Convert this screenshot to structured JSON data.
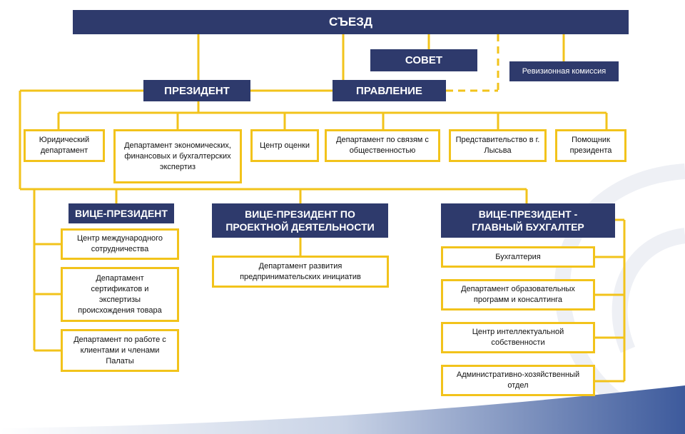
{
  "top": {
    "congress": "СЪЕЗД",
    "council": "СОВЕТ",
    "audit": "Ревизионная комиссия",
    "president": "ПРЕЗИДЕНТ",
    "board": "ПРАВЛЕНИЕ"
  },
  "president_units": [
    "Юридический департамент",
    "Департамент экономических, финансовых и бухгалтерских экспертиз",
    "Центр оценки",
    "Департамент по связям с общественностью",
    "Представительство в г. Лысьва",
    "Помощник президента"
  ],
  "vp1": {
    "title": "ВИЦЕ-ПРЕЗИДЕНТ",
    "units": [
      "Центр международного сотрудничества",
      "Департамент сертификатов и экспертизы происхождения товара",
      "Департамент по работе с клиентами и членами Палаты"
    ]
  },
  "vp2": {
    "title": "ВИЦЕ-ПРЕЗИДЕНТ ПО ПРОЕКТНОЙ ДЕЯТЕЛЬНОСТИ",
    "units": [
      "Департамент развития предпринимательских инициатив"
    ]
  },
  "vp3": {
    "title": "ВИЦЕ-ПРЕЗИДЕНТ - ГЛАВНЫЙ БУХГАЛТЕР",
    "units": [
      "Бухгалтерия",
      "Департамент образовательных программ и консалтинга",
      "Центр интеллектуальной собственности",
      "Административно-хозяйственный отдел"
    ]
  },
  "colors": {
    "navy": "#2e3a6c",
    "line": "#f2c31b"
  }
}
